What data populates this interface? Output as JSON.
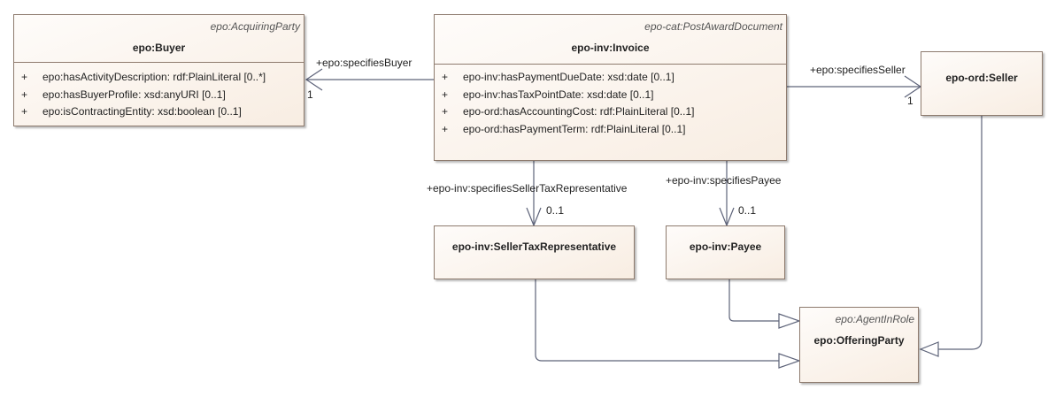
{
  "classes": {
    "buyer": {
      "stereotype": "epo:AcquiringParty",
      "name": "epo:Buyer",
      "attributes": [
        {
          "visibility": "+",
          "text": "epo:hasActivityDescription: rdf:PlainLiteral [0..*]"
        },
        {
          "visibility": "+",
          "text": "epo:hasBuyerProfile: xsd:anyURI [0..1]"
        },
        {
          "visibility": "+",
          "text": "epo:isContractingEntity: xsd:boolean [0..1]"
        }
      ]
    },
    "invoice": {
      "stereotype": "epo-cat:PostAwardDocument",
      "name": "epo-inv:Invoice",
      "attributes": [
        {
          "visibility": "+",
          "text": "epo-inv:hasPaymentDueDate: xsd:date [0..1]"
        },
        {
          "visibility": "+",
          "text": "epo-inv:hasTaxPointDate: xsd:date [0..1]"
        },
        {
          "visibility": "+",
          "text": "epo-ord:hasAccountingCost: rdf:PlainLiteral [0..1]"
        },
        {
          "visibility": "+",
          "text": "epo-ord:hasPaymentTerm: rdf:PlainLiteral [0..1]"
        }
      ]
    },
    "seller": {
      "name": "epo-ord:Seller"
    },
    "seller_tax_rep": {
      "name": "epo-inv:SellerTaxRepresentative"
    },
    "payee": {
      "name": "epo-inv:Payee"
    },
    "offering_party": {
      "stereotype": "epo:AgentInRole",
      "name": "epo:OfferingParty"
    }
  },
  "associations": {
    "specifies_buyer": {
      "role": "+epo:specifiesBuyer",
      "multiplicity": "1"
    },
    "specifies_seller": {
      "role": "+epo:specifiesSeller",
      "multiplicity": "1"
    },
    "specifies_tax_rep": {
      "role": "+epo-inv:specifiesSellerTaxRepresentative",
      "multiplicity": "0..1"
    },
    "specifies_payee": {
      "role": "+epo-inv:specifiesPayee",
      "multiplicity": "0..1"
    }
  },
  "colors": {
    "line": "#5d6379",
    "box_border": "#8e7b6e",
    "box_fill": "#f8ede2"
  }
}
